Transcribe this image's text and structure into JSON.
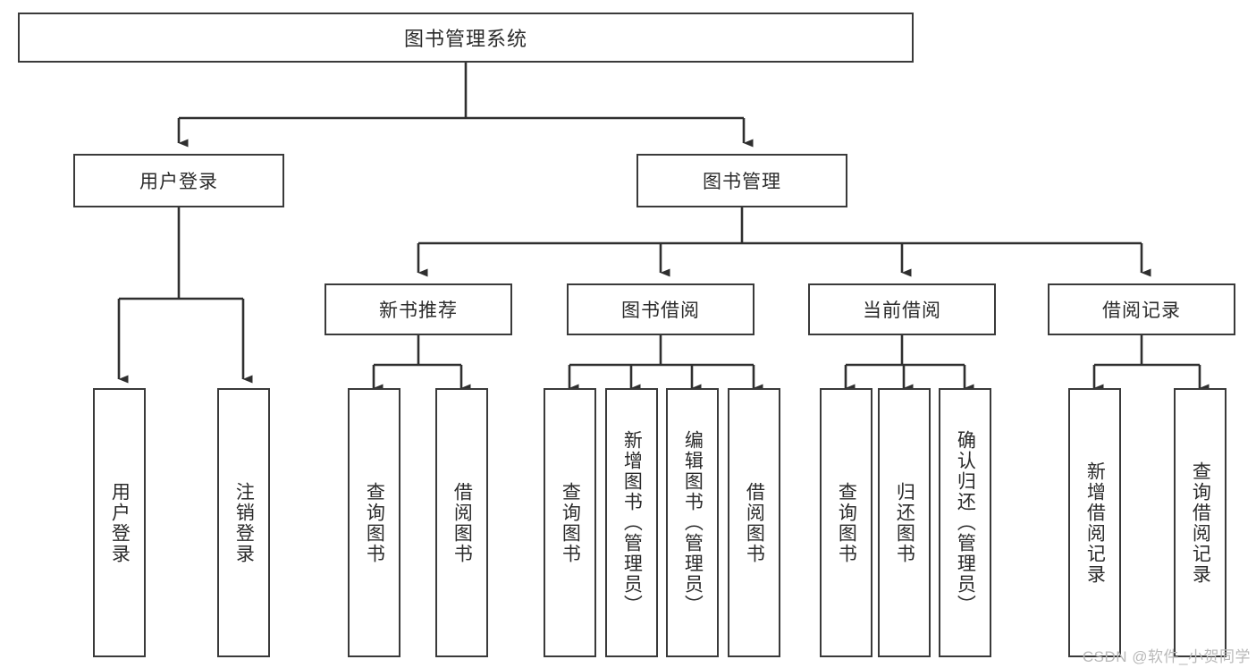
{
  "diagram": {
    "type": "tree-hierarchy-diagram",
    "root": {
      "label": "图书管理系统"
    },
    "level2": [
      {
        "label": "用户登录"
      },
      {
        "label": "图书管理"
      }
    ],
    "level3": [
      {
        "label": "新书推荐"
      },
      {
        "label": "图书借阅"
      },
      {
        "label": "当前借阅"
      },
      {
        "label": "借阅记录"
      }
    ],
    "leaves": {
      "user_login": [
        {
          "label": "用户登录"
        },
        {
          "label": "注销登录"
        }
      ],
      "new_book_recommend": [
        {
          "label": "查询图书"
        },
        {
          "label": "借阅图书"
        }
      ],
      "book_borrow": [
        {
          "label": "查询图书"
        },
        {
          "label": "新增图书（管理员）"
        },
        {
          "label": "编辑图书（管理员）"
        },
        {
          "label": "借阅图书"
        }
      ],
      "current_borrow": [
        {
          "label": "查询图书"
        },
        {
          "label": "归还图书"
        },
        {
          "label": "确认归还（管理员）"
        }
      ],
      "borrow_record": [
        {
          "label": "新增借阅记录"
        },
        {
          "label": "查询借阅记录"
        }
      ]
    }
  },
  "watermark": {
    "text": "CSDN @软件_小贺同学"
  },
  "colors": {
    "border": "#3a3a3a",
    "text": "#2b2b2b",
    "background": "#ffffff",
    "watermark": "#b9b9b9"
  }
}
